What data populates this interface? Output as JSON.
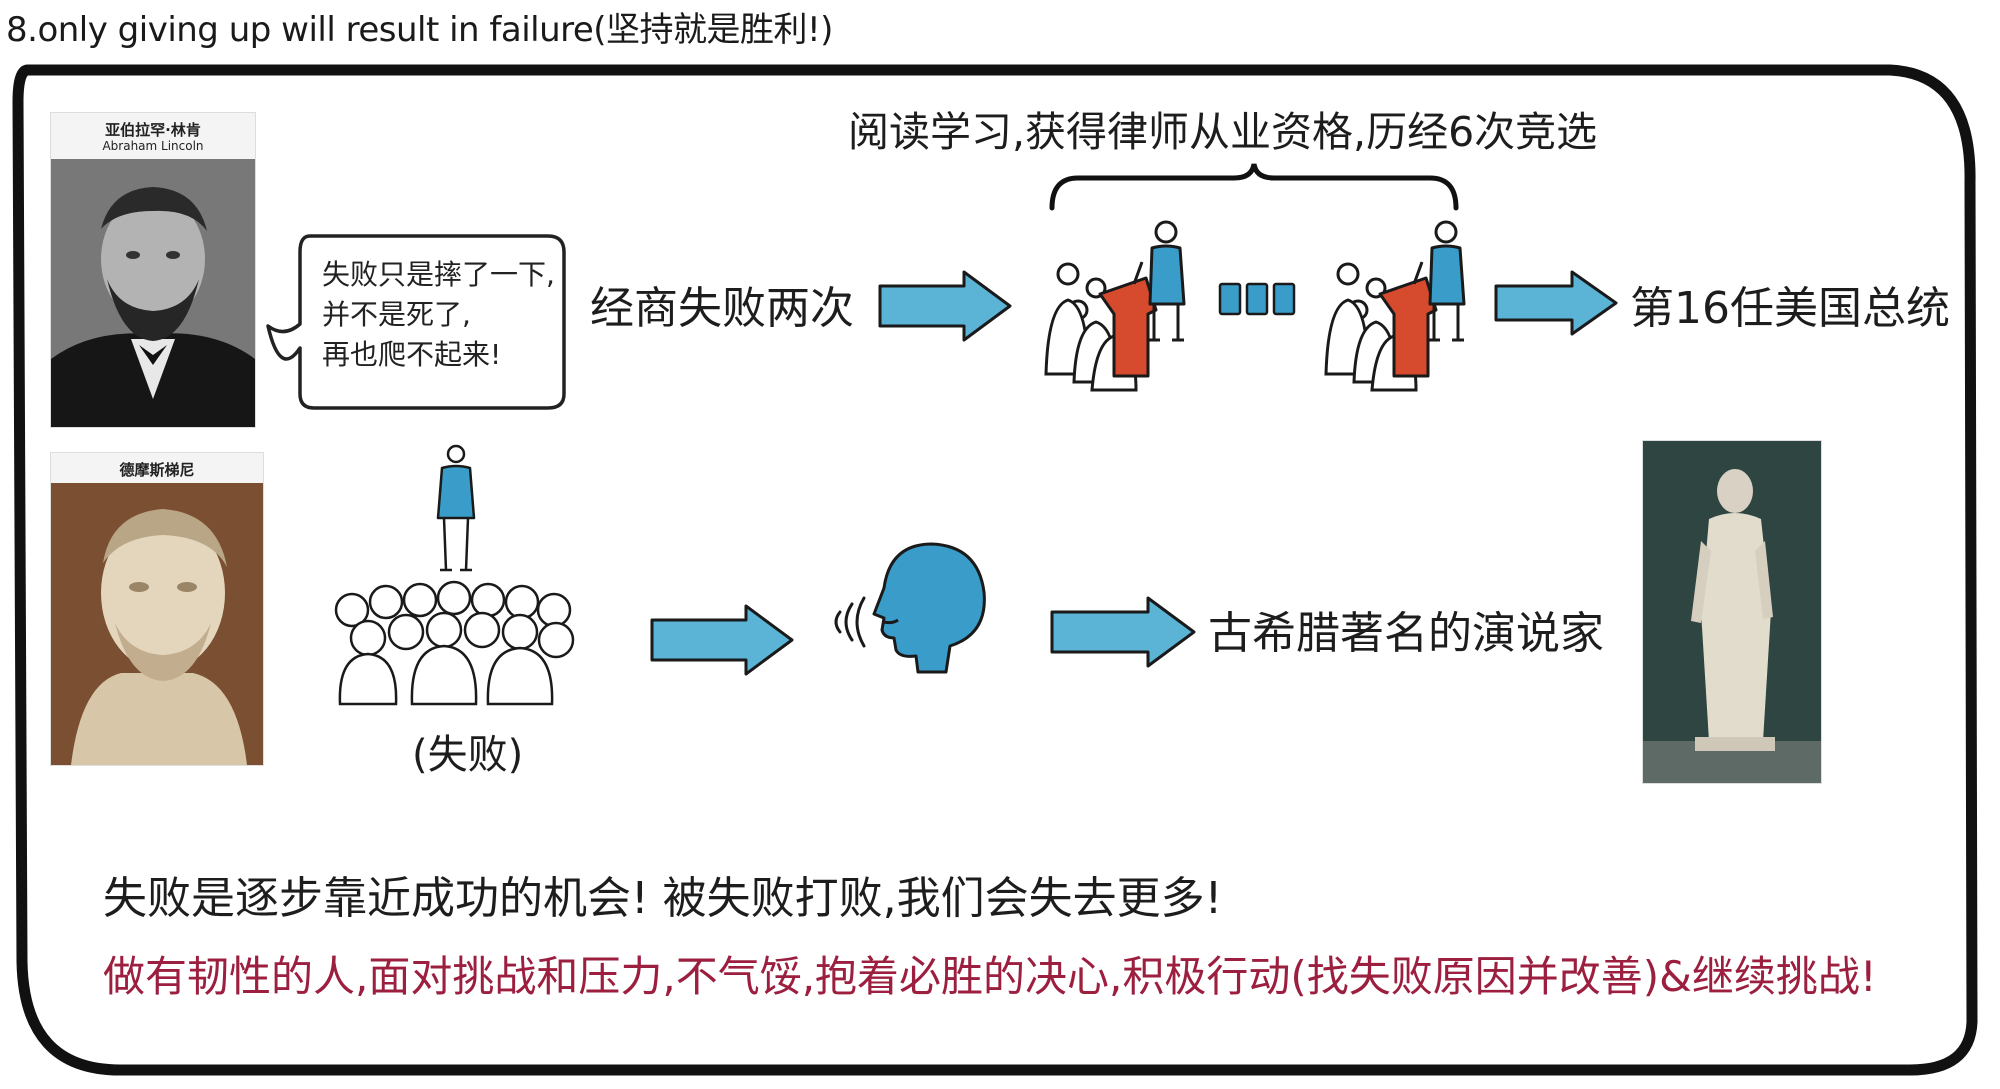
{
  "title": "8.only giving up will result in failure(坚持就是胜利!)",
  "lincoln": {
    "caption_cn": "亚伯拉罕·林肯",
    "caption_en": "Abraham Lincoln",
    "quote_lines": [
      "失败只是摔了一下,",
      "并不是死了,",
      "再也爬不起来!"
    ],
    "stage1": "经商失败两次",
    "brace_label": "阅读学习,获得律师从业资格,历经6次竞选",
    "result": "第16任美国总统"
  },
  "demosthenes": {
    "caption_cn": "德摩斯梯尼",
    "crowd_label": "(失败)",
    "result": "古希腊著名的演说家"
  },
  "bottom": {
    "line1": "失败是逐步靠近成功的机会!  被失败打败,我们会失去更多!",
    "line2": "做有韧性的人,面对挑战和压力,不气馁,抱着必胜的决心,积极行动(找失败原因并改善)&继续挑战!"
  },
  "colors": {
    "arrow": "#5bb4d6",
    "podium": "#d64a2e",
    "person": "#3a9cc9",
    "accent_text": "#9c1f3f"
  }
}
